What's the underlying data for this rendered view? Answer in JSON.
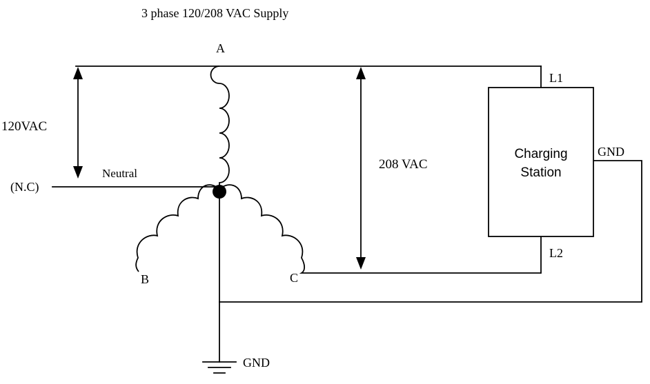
{
  "title": "3 phase 120/208 VAC Supply",
  "phases": {
    "a": "A",
    "b": "B",
    "c": "C"
  },
  "voltage_labels": {
    "phase_to_neutral": "120VAC",
    "phase_to_phase": "208 VAC"
  },
  "neutral": {
    "label": "Neutral",
    "connection_note": "(N.C)"
  },
  "charging_station": {
    "line1": "Charging",
    "line2": "Station",
    "terminal_l1": "L1",
    "terminal_l2": "L2",
    "terminal_gnd": "GND"
  },
  "ground_label": "GND"
}
